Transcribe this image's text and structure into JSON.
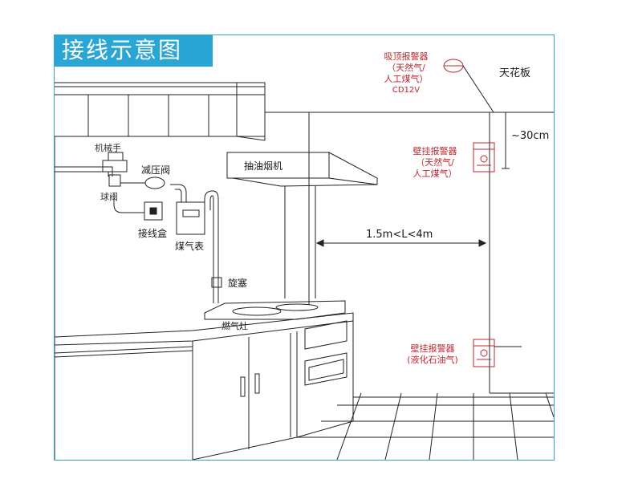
{
  "title": "接线示意图",
  "labels": {
    "ceiling_alarm": [
      "吸顶报警器",
      "（天然气/",
      "人工煤气）",
      "CD12V"
    ],
    "ceiling": "天花板",
    "wall_alarm_upper": [
      "壁挂报警器",
      "（天然气/",
      "人工煤气）"
    ],
    "distance_30": "~30cm",
    "distance_L": "1.5m<L<4m",
    "wall_alarm_lower": [
      "壁挂报警器",
      "(液化石油气)"
    ],
    "manipulator": "机械手",
    "pressure_valve": "减压阀",
    "ball_valve": "球阀",
    "junction_box": "接线盒",
    "gas_meter": "煤气表",
    "range_hood": "抽油烟机",
    "plug": "旋塞",
    "gas_stove": "燃气灶"
  },
  "colors": {
    "accent": "#2aa6d6",
    "alarm_red": "#c0262d",
    "line": "#222222"
  }
}
